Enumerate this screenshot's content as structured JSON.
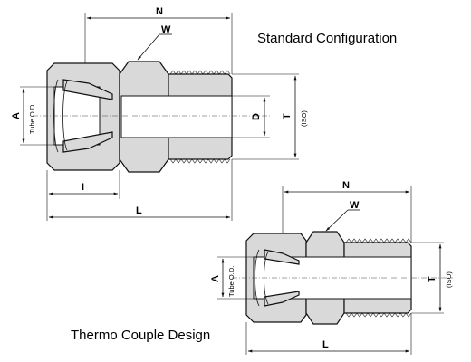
{
  "captions": {
    "standard": "Standard Configuration",
    "thermo": "Thermo Couple Design"
  },
  "standard_labels": {
    "n": "N",
    "w": "W",
    "a": "A",
    "tube_od": "Tube O.D.",
    "d": "D",
    "t": "T",
    "iso": "(ISO)",
    "i": "I",
    "l": "L"
  },
  "thermo_labels": {
    "n": "N",
    "w": "W",
    "a": "A",
    "tube_od": "Tube O.D.",
    "t": "T",
    "iso": "(ISO)",
    "l": "L"
  },
  "colors": {
    "body_fill": "#d9d9d9",
    "outline": "#111111"
  }
}
